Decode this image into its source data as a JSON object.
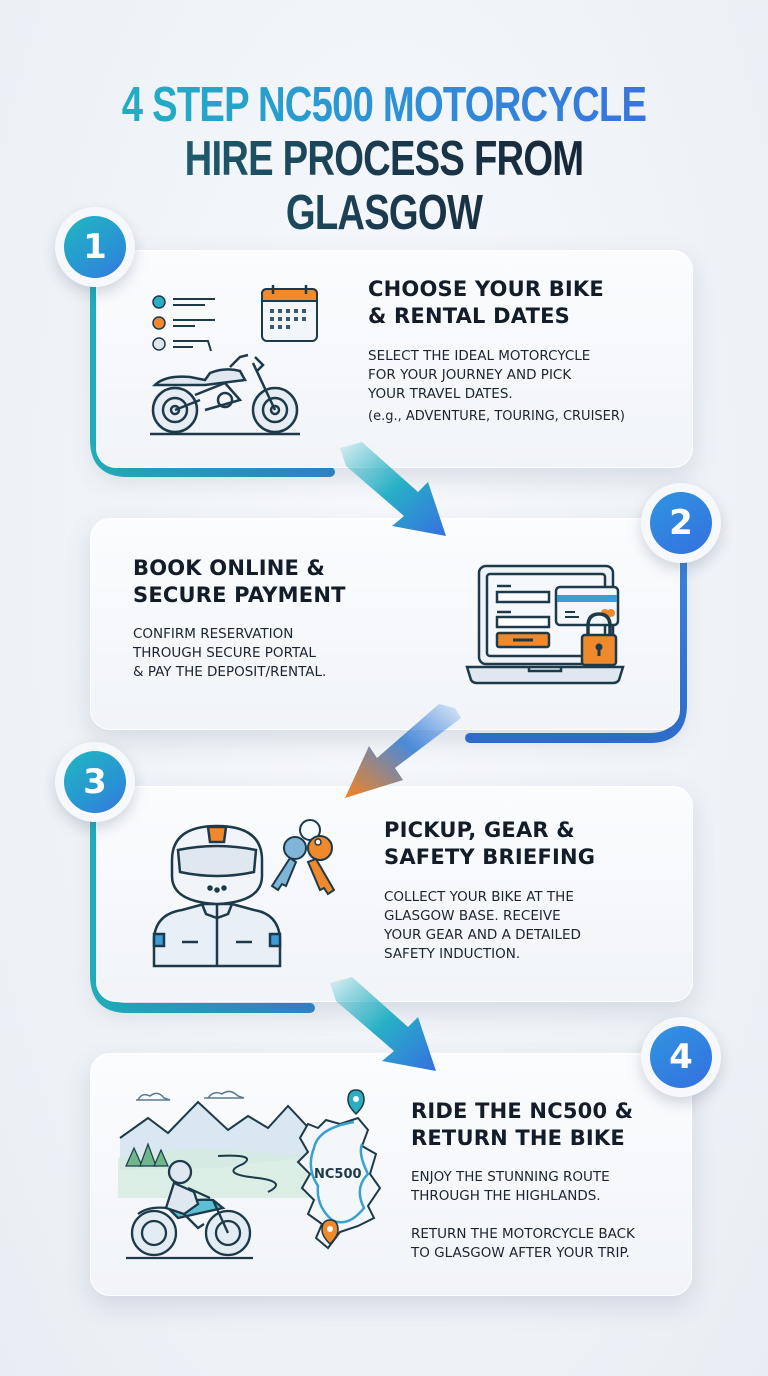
{
  "title": {
    "line1": "4 STEP NC500 MOTORCYCLE",
    "line2": "HIRE PROCESS FROM GLASGOW"
  },
  "colors": {
    "teal": "#1fb3bf",
    "blue": "#3470df",
    "orange": "#f08a2c",
    "navy": "#15202e",
    "background": "#eef2f7"
  },
  "steps": [
    {
      "number": "1",
      "heading_lines": [
        "CHOOSE YOUR BIKE",
        "& RENTAL DATES"
      ],
      "description_lines": [
        "SELECT THE IDEAL MOTORCYCLE",
        "FOR YOUR JOURNEY AND PICK",
        "YOUR TRAVEL DATES."
      ],
      "note": "(e.g., ADVENTURE, TOURING, CRUISER)",
      "icons": [
        "checklist-icon",
        "calendar-icon",
        "motorcycle-icon"
      ]
    },
    {
      "number": "2",
      "heading_lines": [
        "BOOK ONLINE &",
        "SECURE PAYMENT"
      ],
      "description_lines": [
        "CONFIRM RESERVATION",
        "THROUGH SECURE PORTAL",
        "& PAY THE DEPOSIT/RENTAL."
      ],
      "icons": [
        "laptop-icon",
        "credit-card-icon",
        "padlock-icon"
      ]
    },
    {
      "number": "3",
      "heading_lines": [
        "PICKUP, GEAR &",
        "SAFETY BRIEFING"
      ],
      "description_lines": [
        "COLLECT YOUR BIKE AT THE",
        "GLASGOW BASE. RECEIVE",
        "YOUR GEAR AND A DETAILED",
        "SAFETY INDUCTION."
      ],
      "icons": [
        "rider-helmet-icon",
        "keys-icon"
      ]
    },
    {
      "number": "4",
      "heading_lines": [
        "RIDE THE NC500 &",
        "RETURN THE BIKE"
      ],
      "description_lines": [
        "ENJOY THE STUNNING ROUTE",
        "THROUGH THE HIGHLANDS."
      ],
      "description2_lines": [
        "RETURN THE MOTORCYCLE BACK",
        "TO GLASGOW AFTER YOUR TRIP."
      ],
      "map_label": "NC500",
      "icons": [
        "mountain-landscape-icon",
        "rider-on-motorcycle-icon",
        "scotland-map-icon",
        "map-pin-icon"
      ]
    }
  ]
}
